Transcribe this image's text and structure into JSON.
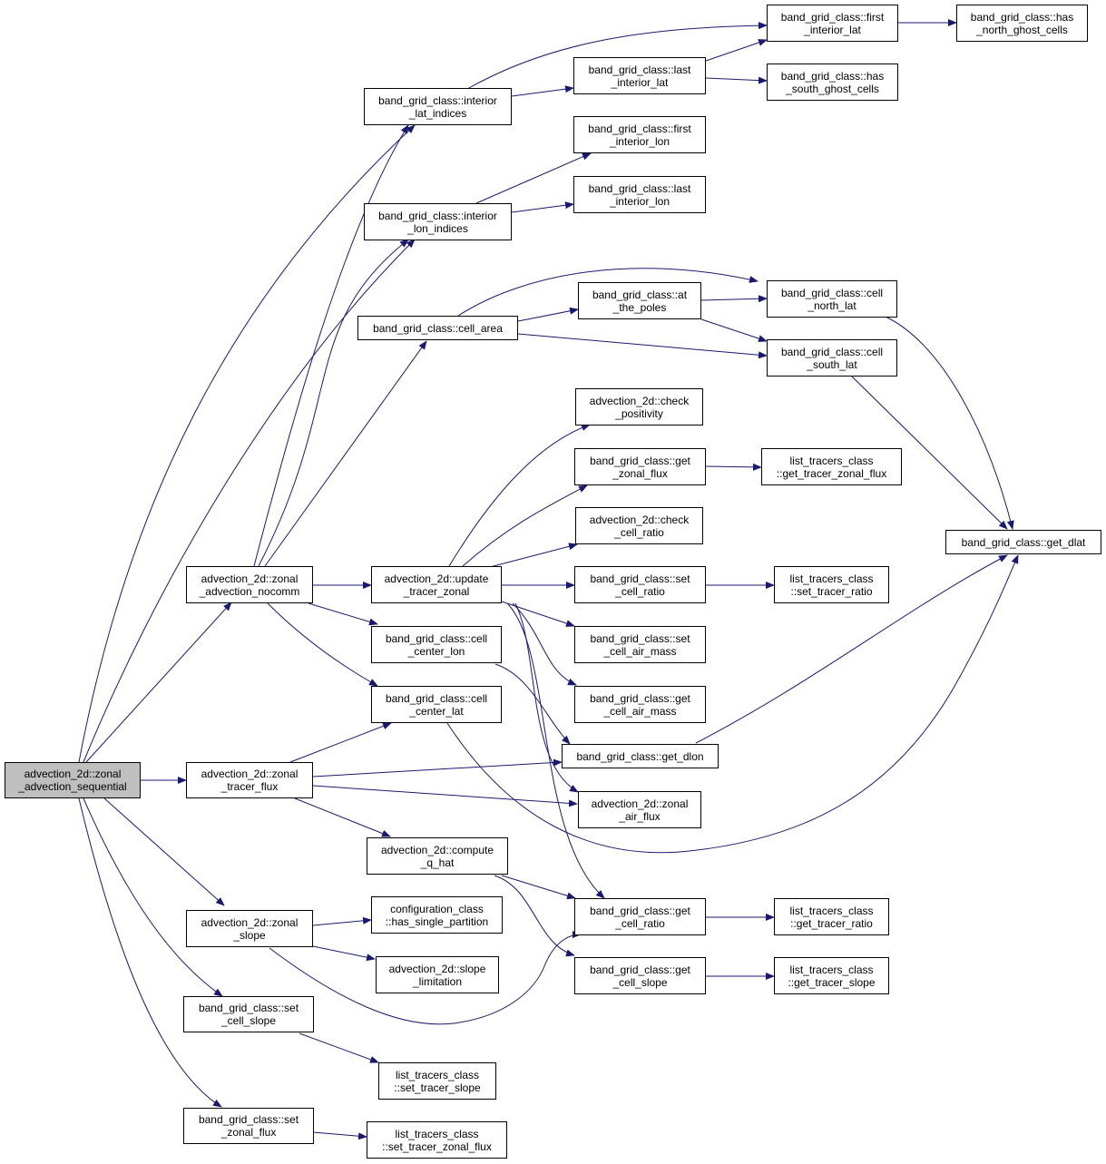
{
  "colors": {
    "edge": "#191970",
    "node_border": "#000000",
    "node_fill": "#ffffff",
    "root_fill": "#bfbfbf"
  },
  "nodes": {
    "root": {
      "l1": "advection_2d::zonal",
      "l2": "_advection_sequential"
    },
    "zonal_advection_nocomm": {
      "l1": "advection_2d::zonal",
      "l2": "_advection_nocomm"
    },
    "zonal_tracer_flux": {
      "l1": "advection_2d::zonal",
      "l2": "_tracer_flux"
    },
    "zonal_slope": {
      "l1": "advection_2d::zonal",
      "l2": "_slope"
    },
    "set_cell_slope": {
      "l1": "band_grid_class::set",
      "l2": "_cell_slope"
    },
    "set_zonal_flux": {
      "l1": "band_grid_class::set",
      "l2": "_zonal_flux"
    },
    "interior_lat_indices": {
      "l1": "band_grid_class::interior",
      "l2": "_lat_indices"
    },
    "interior_lon_indices": {
      "l1": "band_grid_class::interior",
      "l2": "_lon_indices"
    },
    "cell_area": {
      "l1": "band_grid_class::cell_area",
      "l2": ""
    },
    "update_tracer_zonal": {
      "l1": "advection_2d::update",
      "l2": "_tracer_zonal"
    },
    "cell_center_lon": {
      "l1": "band_grid_class::cell",
      "l2": "_center_lon"
    },
    "cell_center_lat": {
      "l1": "band_grid_class::cell",
      "l2": "_center_lat"
    },
    "compute_q_hat": {
      "l1": "advection_2d::compute",
      "l2": "_q_hat"
    },
    "has_single_partition": {
      "l1": "configuration_class",
      "l2": "::has_single_partition"
    },
    "slope_limitation": {
      "l1": "advection_2d::slope",
      "l2": "_limitation"
    },
    "set_tracer_slope": {
      "l1": "list_tracers_class",
      "l2": "::set_tracer_slope"
    },
    "set_tracer_zonal_flux": {
      "l1": "list_tracers_class",
      "l2": "::set_tracer_zonal_flux"
    },
    "last_interior_lat": {
      "l1": "band_grid_class::last",
      "l2": "_interior_lat"
    },
    "first_interior_lon": {
      "l1": "band_grid_class::first",
      "l2": "_interior_lon"
    },
    "last_interior_lon": {
      "l1": "band_grid_class::last",
      "l2": "_interior_lon"
    },
    "at_the_poles": {
      "l1": "band_grid_class::at",
      "l2": "_the_poles"
    },
    "check_positivity": {
      "l1": "advection_2d::check",
      "l2": "_positivity"
    },
    "get_zonal_flux": {
      "l1": "band_grid_class::get",
      "l2": "_zonal_flux"
    },
    "check_cell_ratio": {
      "l1": "advection_2d::check",
      "l2": "_cell_ratio"
    },
    "set_cell_ratio": {
      "l1": "band_grid_class::set",
      "l2": "_cell_ratio"
    },
    "set_cell_air_mass": {
      "l1": "band_grid_class::set",
      "l2": "_cell_air_mass"
    },
    "get_cell_air_mass": {
      "l1": "band_grid_class::get",
      "l2": "_cell_air_mass"
    },
    "get_dlon": {
      "l1": "band_grid_class::get_dlon",
      "l2": ""
    },
    "zonal_air_flux": {
      "l1": "advection_2d::zonal",
      "l2": "_air_flux"
    },
    "get_cell_ratio": {
      "l1": "band_grid_class::get",
      "l2": "_cell_ratio"
    },
    "get_cell_slope": {
      "l1": "band_grid_class::get",
      "l2": "_cell_slope"
    },
    "first_interior_lat": {
      "l1": "band_grid_class::first",
      "l2": "_interior_lat"
    },
    "has_south_ghost_cells": {
      "l1": "band_grid_class::has",
      "l2": "_south_ghost_cells"
    },
    "cell_north_lat": {
      "l1": "band_grid_class::cell",
      "l2": "_north_lat"
    },
    "cell_south_lat": {
      "l1": "band_grid_class::cell",
      "l2": "_south_lat"
    },
    "get_tracer_zonal_flux": {
      "l1": "list_tracers_class",
      "l2": "::get_tracer_zonal_flux"
    },
    "set_tracer_ratio": {
      "l1": "list_tracers_class",
      "l2": "::set_tracer_ratio"
    },
    "get_tracer_ratio": {
      "l1": "list_tracers_class",
      "l2": "::get_tracer_ratio"
    },
    "get_tracer_slope": {
      "l1": "list_tracers_class",
      "l2": "::get_tracer_slope"
    },
    "has_north_ghost_cells": {
      "l1": "band_grid_class::has",
      "l2": "_north_ghost_cells"
    },
    "get_dlat": {
      "l1": "band_grid_class::get_dlat",
      "l2": ""
    }
  }
}
